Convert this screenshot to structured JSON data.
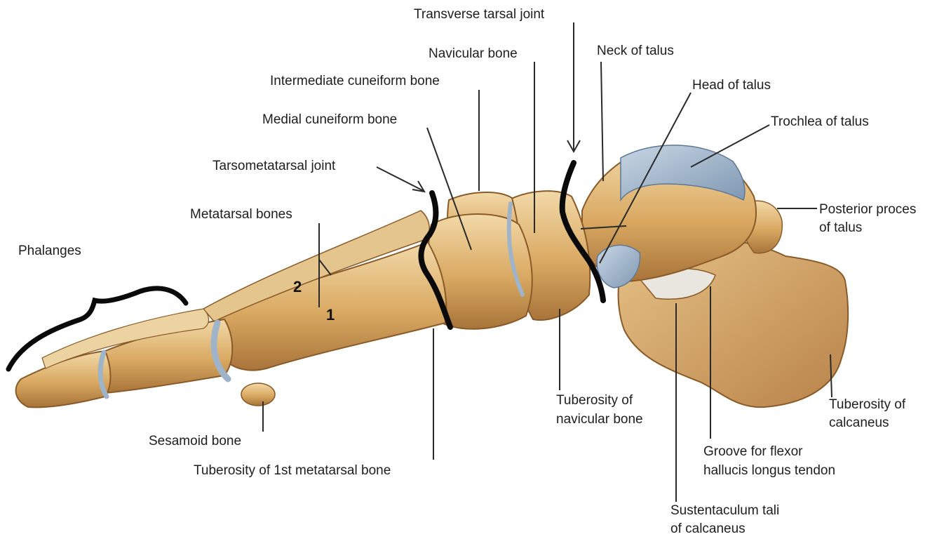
{
  "labels": {
    "transverse_tarsal_joint": "Transverse tarsal joint",
    "navicular_bone": "Navicular bone",
    "neck_of_talus": "Neck of talus",
    "intermediate_cuneiform_bone": "Intermediate cuneiform bone",
    "head_of_talus": "Head of talus",
    "medial_cuneiform_bone": "Medial cuneiform bone",
    "trochlea_of_talus": "Trochlea of talus",
    "tarsometatarsal_joint": "Tarsometatarsal joint",
    "posterior_process_of_talus_line1": "Posterior proces",
    "posterior_process_of_talus_line2": "of talus",
    "metatarsal_bones": "Metatarsal bones",
    "phalanges": "Phalanges",
    "metatarsal_number_2": "2",
    "metatarsal_number_1": "1",
    "sesamoid_bone": "Sesamoid bone",
    "tuberosity_of_navicular_line1": "Tuberosity of",
    "tuberosity_of_navicular_line2": "navicular bone",
    "tuberosity_of_calcaneus_line1": "Tuberosity of",
    "tuberosity_of_calcaneus_line2": "calcaneus",
    "groove_fhl_line1": "Groove for flexor",
    "groove_fhl_line2": "hallucis longus tendon",
    "tuberosity_first_metatarsal": "Tuberosity of 1st metatarsal bone",
    "sustentaculum_line1": "Sustentaculum tali",
    "sustentaculum_line2": "of calcaneus"
  },
  "colors": {
    "bone": "#d9a962",
    "bone_light": "#edd09a",
    "bone_shadow": "#9b6a30",
    "cartilage": "#9fb4c8",
    "leader_line": "#2a2a2a",
    "joint_marker": "#0a0a0a",
    "text": "#1e1e1e"
  }
}
